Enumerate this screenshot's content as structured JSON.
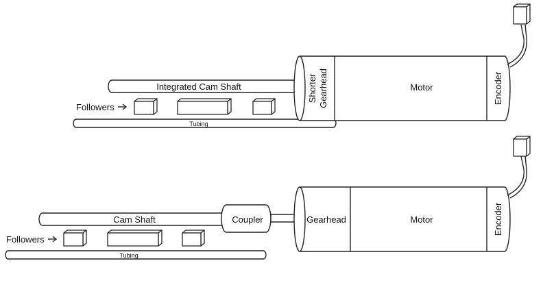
{
  "top_assembly": {
    "cam_shaft_label": "Integrated Cam Shaft",
    "followers_label": "Followers",
    "tubing_label": "Tubing",
    "gearhead_label_line1": "Shorter",
    "gearhead_label_line2": "Gearhead",
    "motor_label": "Motor",
    "encoder_label": "Encoder"
  },
  "bottom_assembly": {
    "cam_shaft_label": "Cam Shaft",
    "followers_label": "Followers",
    "tubing_label": "Tubing",
    "coupler_label": "Coupler",
    "gearhead_label": "Gearhead",
    "motor_label": "Motor",
    "encoder_label": "Encoder"
  },
  "colors": {
    "line": "#222222",
    "fill": "#ffffff"
  }
}
